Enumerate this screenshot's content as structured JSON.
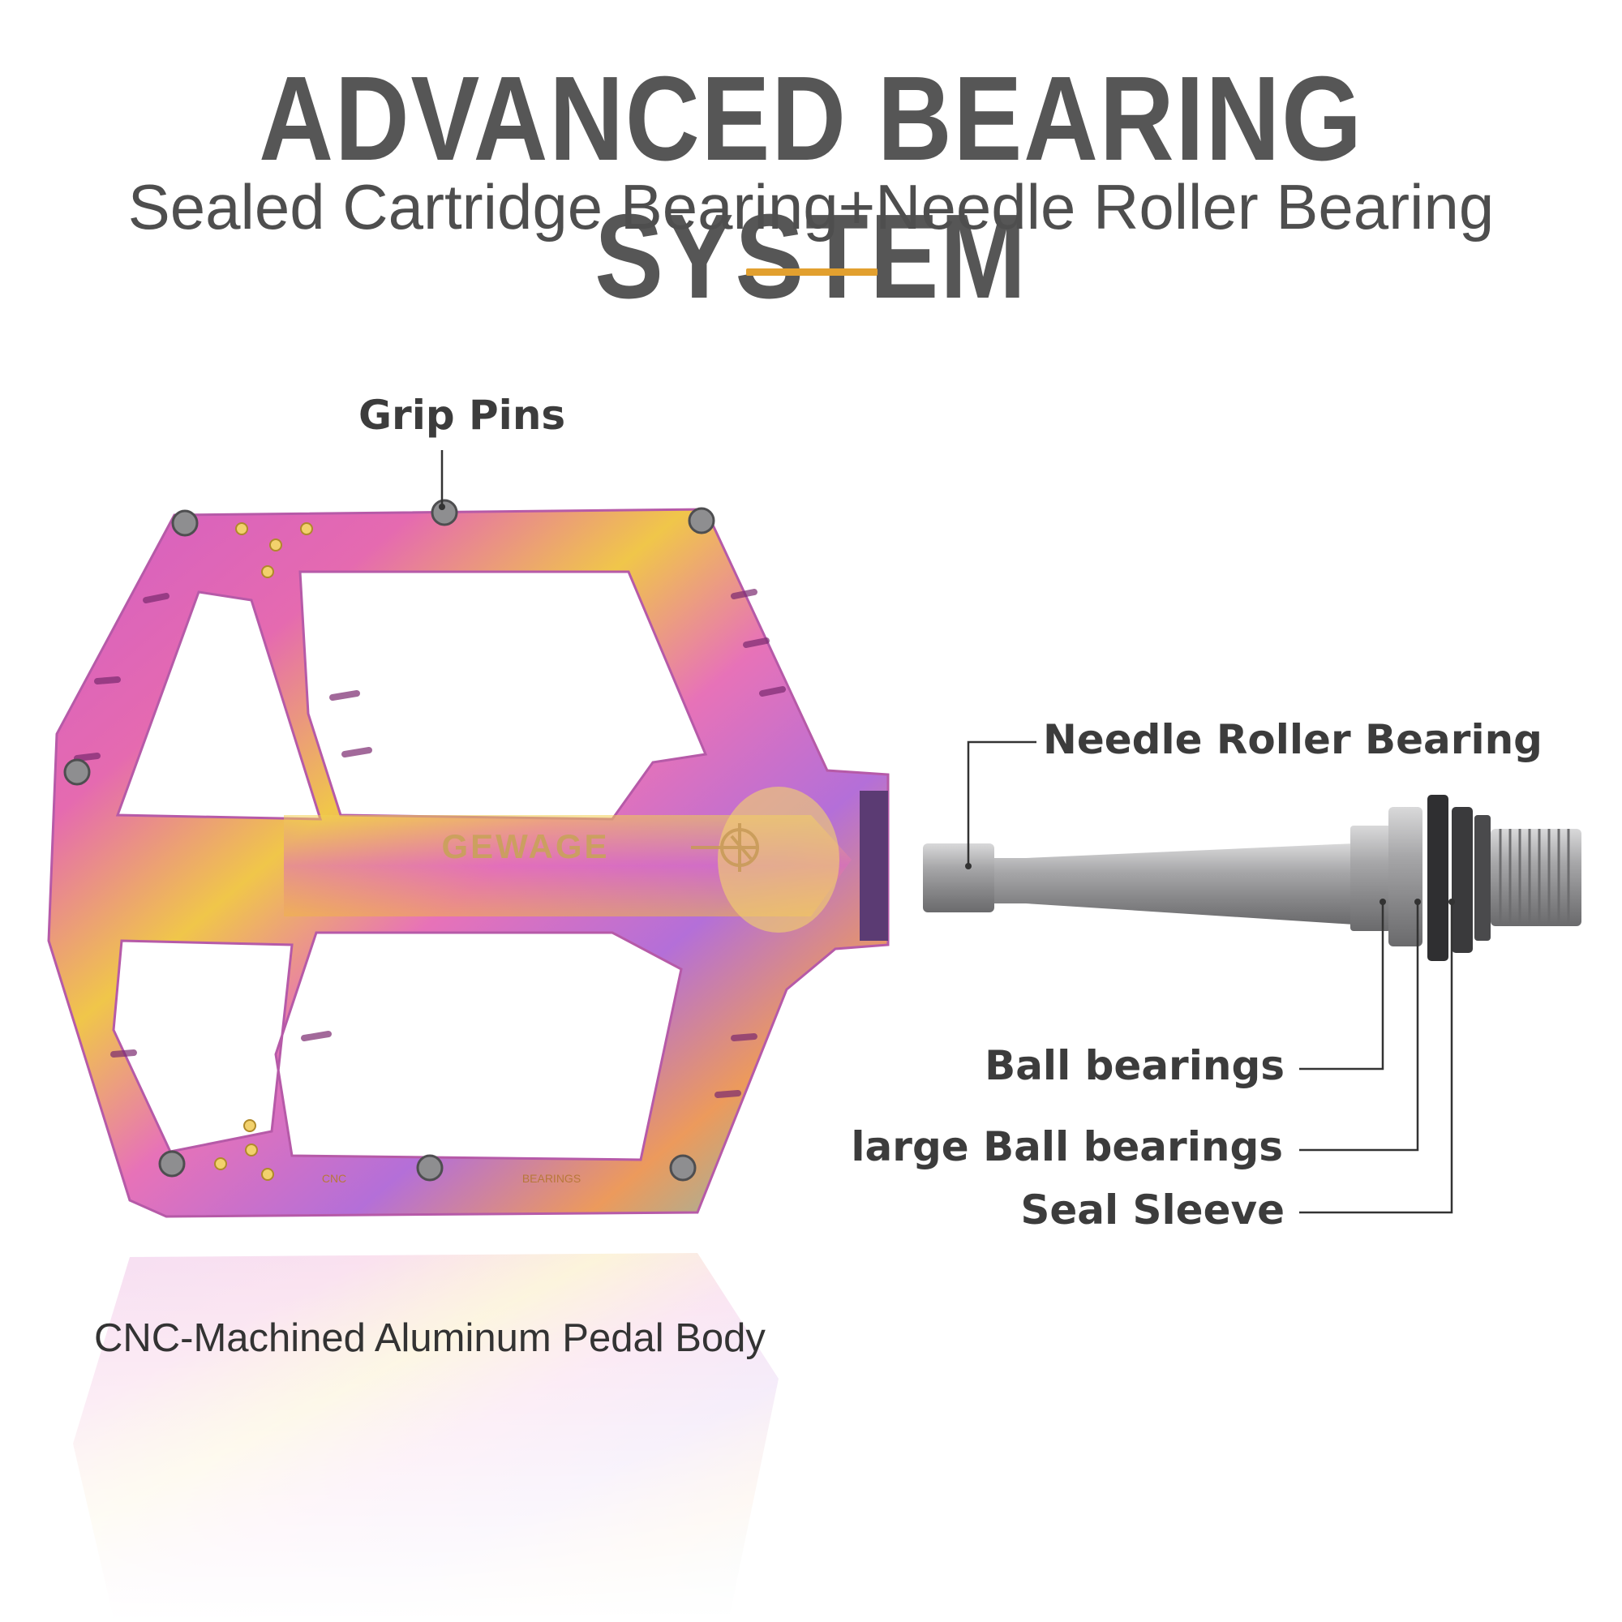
{
  "header": {
    "title": "ADVANCED BEARING SYSTEM",
    "subtitle": "Sealed Cartridge Bearing+Needle Roller Bearing",
    "accent_color": "#e2a02f"
  },
  "pedal": {
    "brand": "GEWAGE",
    "engraving_left": "CNC",
    "engraving_right": "BEARINGS",
    "caption": "CNC-Machined Aluminum Pedal Body"
  },
  "callouts": {
    "grip_pins": "Grip Pins",
    "needle_roller_bearing": "Needle Roller Bearing",
    "ball_bearings": "Ball bearings",
    "large_ball_bearings": "large Ball bearings",
    "seal_sleeve": "Seal Sleeve"
  }
}
